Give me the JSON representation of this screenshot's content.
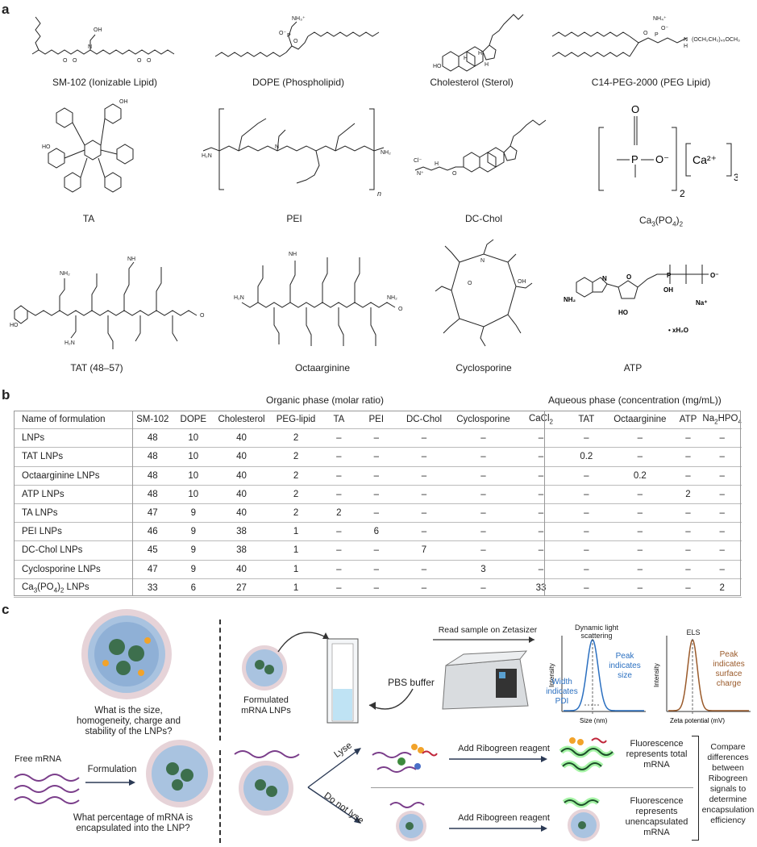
{
  "panels": {
    "a": "a",
    "b": "b",
    "c": "c"
  },
  "structures": [
    {
      "key": "sm102",
      "caption": "SM-102 (Ionizable Lipid)",
      "labels": [
        "OH",
        "N",
        "O",
        "O",
        "O",
        "O"
      ]
    },
    {
      "key": "dope",
      "caption": "DOPE (Phospholipid)",
      "labels": [
        "NH₃⁺",
        "O",
        "P",
        "O⁻"
      ]
    },
    {
      "key": "chol",
      "caption": "Cholesterol (Sterol)",
      "labels": [
        "HO",
        "H",
        "H",
        "H"
      ]
    },
    {
      "key": "peg",
      "caption": "C14-PEG-2000 (PEG Lipid)",
      "labels": [
        "NH₄⁺",
        "O",
        "P",
        "O⁻",
        "(OCH₂CH₂)₄₅OCH₃",
        "N",
        "H"
      ]
    },
    {
      "key": "ta",
      "caption": "TA",
      "labels": [
        "OH",
        "HO"
      ]
    },
    {
      "key": "pei",
      "caption": "PEI",
      "labels": [
        "H₂N",
        "NH₂",
        "N",
        "n"
      ]
    },
    {
      "key": "dcchol",
      "caption": "DC-Chol",
      "labels": [
        "Cl⁻",
        "N⁺",
        "H",
        "O"
      ]
    },
    {
      "key": "ca3",
      "caption": "Ca3(PO4)2",
      "labels": [
        "O",
        "O⁻",
        "P",
        "2",
        "Ca²⁺",
        "3"
      ]
    },
    {
      "key": "tat",
      "caption": "TAT (48–57)",
      "labels": [
        "HO",
        "NH₂",
        "H₂N",
        "NH",
        "O"
      ]
    },
    {
      "key": "octa",
      "caption": "Octaarginine",
      "labels": [
        "H₂N",
        "NH",
        "NH₂",
        "O"
      ]
    },
    {
      "key": "cyclo",
      "caption": "Cyclosporine",
      "labels": [
        "N",
        "O",
        "OH"
      ]
    },
    {
      "key": "atp",
      "caption": "ATP",
      "labels": [
        "NH₂",
        "N",
        "O",
        "P",
        "OH",
        "O⁻",
        "Na⁺",
        "HO",
        "• xH₂O"
      ]
    }
  ],
  "table": {
    "organic_header": "Organic phase (molar ratio)",
    "aqueous_header": "Aqueous phase (concentration (mg/mL))",
    "columns": [
      "Name of formulation",
      "SM-102",
      "DOPE",
      "Cholesterol",
      "PEG-lipid",
      "TA",
      "PEI",
      "DC-Chol",
      "Cyclosporine",
      "CaCl2",
      "TAT",
      "Octaarginine",
      "ATP",
      "Na2HPO4"
    ],
    "rows": [
      [
        "LNPs",
        "48",
        "10",
        "40",
        "2",
        "–",
        "–",
        "–",
        "–",
        "–",
        "–",
        "–",
        "–",
        "–"
      ],
      [
        "TAT LNPs",
        "48",
        "10",
        "40",
        "2",
        "–",
        "–",
        "–",
        "–",
        "–",
        "0.2",
        "–",
        "–",
        "–"
      ],
      [
        "Octaarginine LNPs",
        "48",
        "10",
        "40",
        "2",
        "–",
        "–",
        "–",
        "–",
        "–",
        "–",
        "0.2",
        "–",
        "–"
      ],
      [
        "ATP LNPs",
        "48",
        "10",
        "40",
        "2",
        "–",
        "–",
        "–",
        "–",
        "–",
        "–",
        "–",
        "2",
        "–"
      ],
      [
        "TA LNPs",
        "47",
        "9",
        "40",
        "2",
        "2",
        "–",
        "–",
        "–",
        "–",
        "–",
        "–",
        "–",
        "–"
      ],
      [
        "PEI LNPs",
        "46",
        "9",
        "38",
        "1",
        "–",
        "6",
        "–",
        "–",
        "–",
        "–",
        "–",
        "–",
        "–"
      ],
      [
        "DC-Chol LNPs",
        "45",
        "9",
        "38",
        "1",
        "–",
        "–",
        "7",
        "–",
        "–",
        "–",
        "–",
        "–",
        "–"
      ],
      [
        "Cyclosporine  LNPs",
        "47",
        "9",
        "40",
        "1",
        "–",
        "–",
        "–",
        "3",
        "–",
        "–",
        "–",
        "–",
        "–"
      ],
      [
        "Ca3(PO4)2 LNPs",
        "33",
        "6",
        "27",
        "1",
        "–",
        "–",
        "–",
        "–",
        "33",
        "–",
        "–",
        "–",
        "2"
      ]
    ]
  },
  "panel_c": {
    "q1": "What is the size, homogeneity, charge and stability of the LNPs?",
    "formulated": "Formulated mRNA LNPs",
    "pbs": "PBS buffer",
    "read": "Read sample on Zetasizer",
    "dls_title": "Dynamic light scattering",
    "dls_peak": "Peak indicates size",
    "dls_width": "Width indicates PDI",
    "dls_x": "Size (nm)",
    "y_label": "Intensity",
    "els_title": "ELS",
    "els_peak": "Peak indicates surface charge",
    "els_x": "Zeta potential (mV)",
    "free": "Free mRNA",
    "formulation": "Formulation",
    "q2": "What percentage of mRNA is encapsulated into the LNP?",
    "lyse": "Lyse",
    "nolyse": "Do not lyse",
    "ribo1": "Add Ribogreen reagent",
    "ribo2": "Add Ribogreen reagent",
    "fl_total": "Fluorescence represents total mRNA",
    "fl_unenc": "Fluorescence represents unencapsulated mRNA",
    "compare": "Compare differences between Ribogreen signals to determine encapsulation efficiency"
  },
  "colors": {
    "dls": "#2a6fc0",
    "els": "#9a5a2a",
    "lnp": "#a9c3e0",
    "glow": "#39e639"
  }
}
